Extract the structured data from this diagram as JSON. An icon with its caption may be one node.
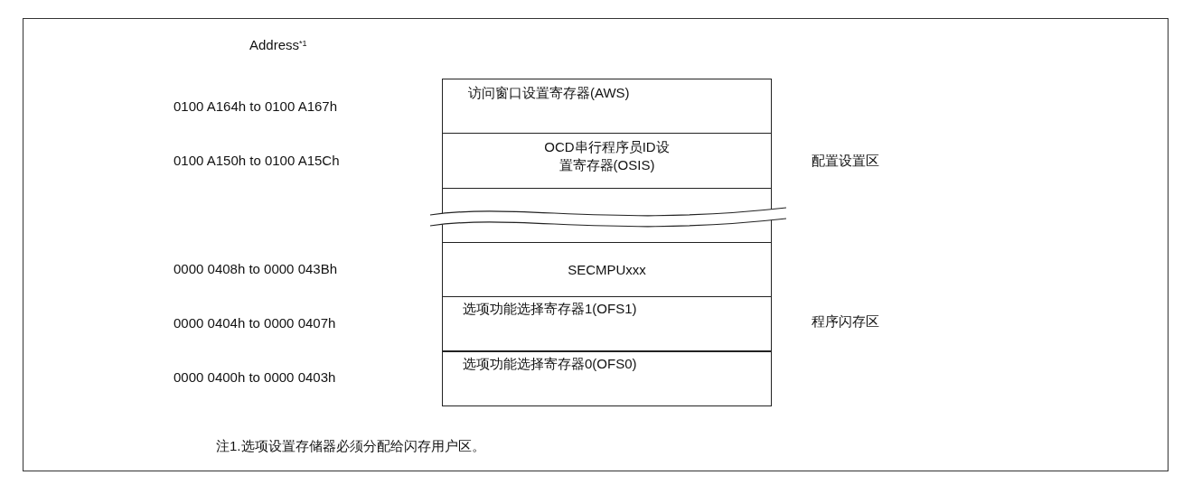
{
  "diagram": {
    "nodes": [
      {
        "text": [
          "访问窗口设置寄存器(AWS)"
        ]
      },
      {
        "text": [
          "OCD串行程序员ID设置寄存器(OSIS)"
        ]
      },
      {
        "text": [],
        "shape": "box"
      },
      {
        "text": [
          "SECMPUxxx"
        ]
      },
      {
        "text": [
          "选项功能选择寄存器1(OFS1)"
        ]
      },
      {
        "text": [
          "选项功能选择寄存器0(OFS0)"
        ]
      }
    ],
    "labels": [
      "Address$^{*1}$",
      "0100 A164h to 0100 A167h",
      "0100 A150h to 0100 A15Ch",
      "配置设置区",
      "0000 0408h to 0000 043Bh",
      "0000 0404h to 0000 0407h",
      "程序闪存区",
      "0000 0400h to 0000 0403h",
      "注1.选项设置存储器必须分配给闪存用户区。"
    ]
  }
}
